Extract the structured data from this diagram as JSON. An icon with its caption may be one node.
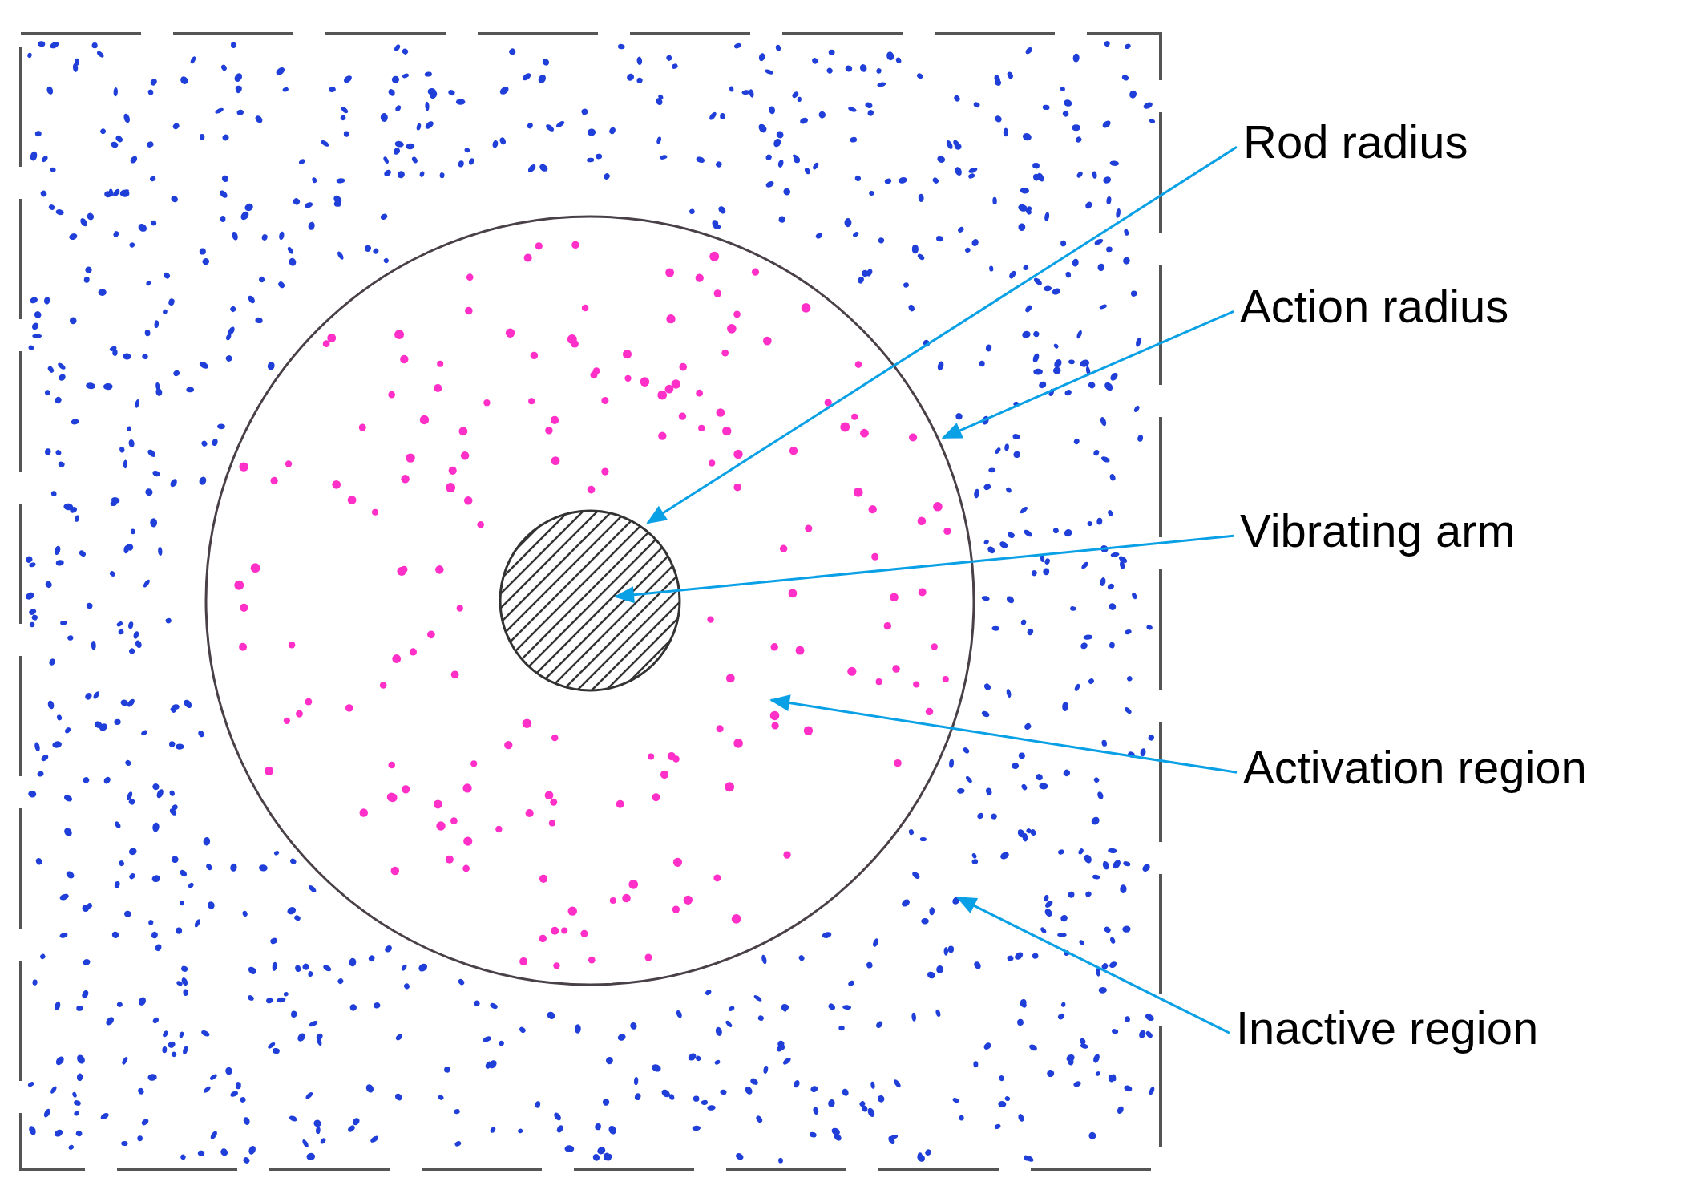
{
  "diagram": {
    "nodes": [
      {
        "text": [],
        "shape": "box"
      },
      {
        "text": [],
        "shape": "circle",
        "in": 0
      },
      {
        "text": [],
        "shape": "circle",
        "in": 1
      },
      {
        "text": [
          "Rod radius"
        ]
      },
      {
        "text": [
          "Action radius"
        ]
      },
      {
        "text": [
          "Vibrating arm"
        ]
      },
      {
        "text": [
          "Activation region"
        ]
      },
      {
        "text": [
          "Inactive region"
        ]
      }
    ],
    "edges": [
      {
        "from": 3,
        "to": 2,
        "arrow": "to"
      },
      {
        "from": 4,
        "to": 1,
        "arrow": "to"
      },
      {
        "from": 5,
        "to": 2,
        "arrow": "to"
      },
      {
        "from": 6,
        "to": 1,
        "arrow": "to"
      },
      {
        "from": 7,
        "to": 0,
        "arrow": "to"
      }
    ]
  }
}
